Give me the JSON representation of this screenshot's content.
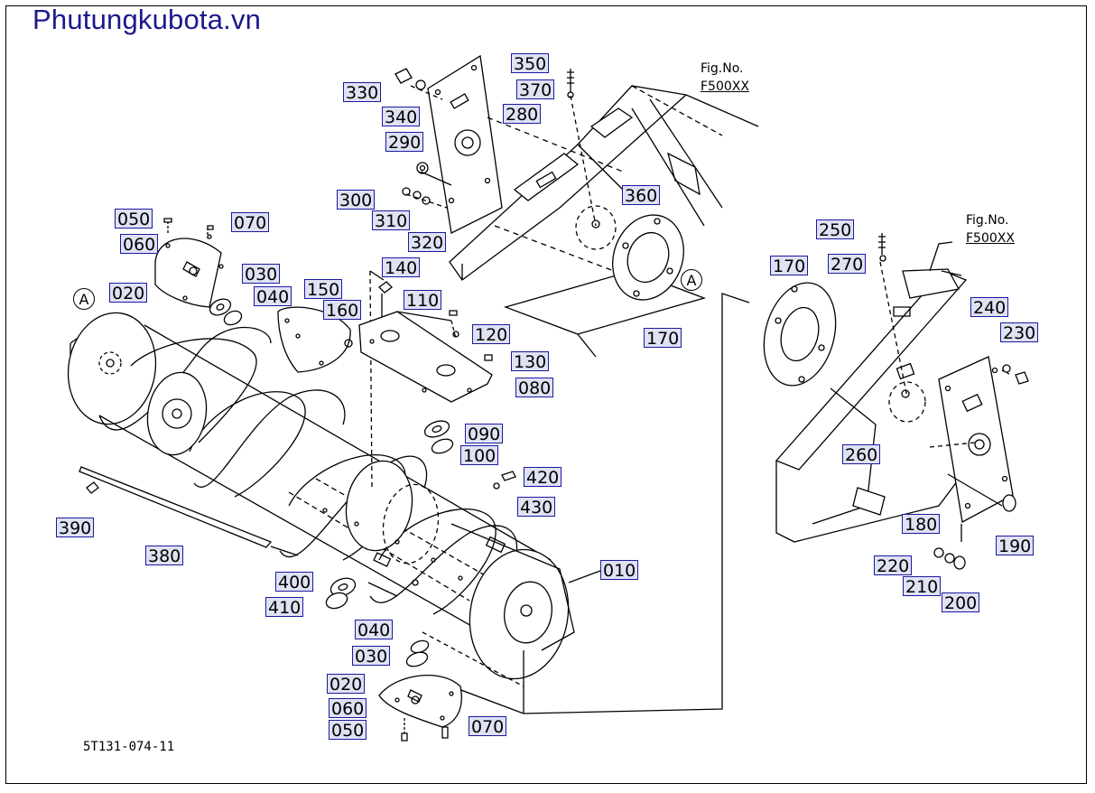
{
  "brand": "Phutungkubota.vn",
  "diagram_code": "5T131-074-11",
  "fig_refs": [
    {
      "line1": "Fig.No.",
      "line2": "F500XX"
    },
    {
      "line1": "Fig.No.",
      "line2": "F500XX"
    }
  ],
  "callout_marker": "A",
  "parts": [
    "350",
    "370",
    "330",
    "340",
    "280",
    "290",
    "300",
    "310",
    "320",
    "360",
    "050",
    "070",
    "060",
    "030",
    "040",
    "020",
    "150",
    "160",
    "140",
    "110",
    "120",
    "130",
    "080",
    "170",
    "090",
    "100",
    "420",
    "430",
    "390",
    "380",
    "400",
    "410",
    "010",
    "040",
    "030",
    "020",
    "060",
    "050",
    "070",
    "250",
    "270",
    "170",
    "240",
    "230",
    "260",
    "180",
    "190",
    "220",
    "210",
    "200"
  ]
}
